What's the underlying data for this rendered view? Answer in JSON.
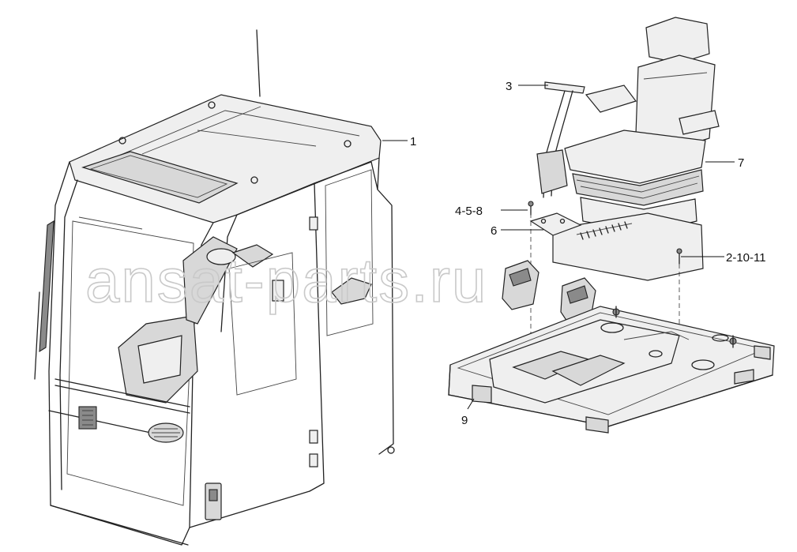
{
  "callouts": {
    "c1": "1",
    "c3": "3",
    "c4": "4-5-8",
    "c6": "6",
    "c7": "7",
    "c2": "2-10-11",
    "c9": "9"
  },
  "watermark": "ansat-parts.ru",
  "colors": {
    "line": "#222222",
    "watermark": "#c9c9c9",
    "background": "#ffffff"
  }
}
